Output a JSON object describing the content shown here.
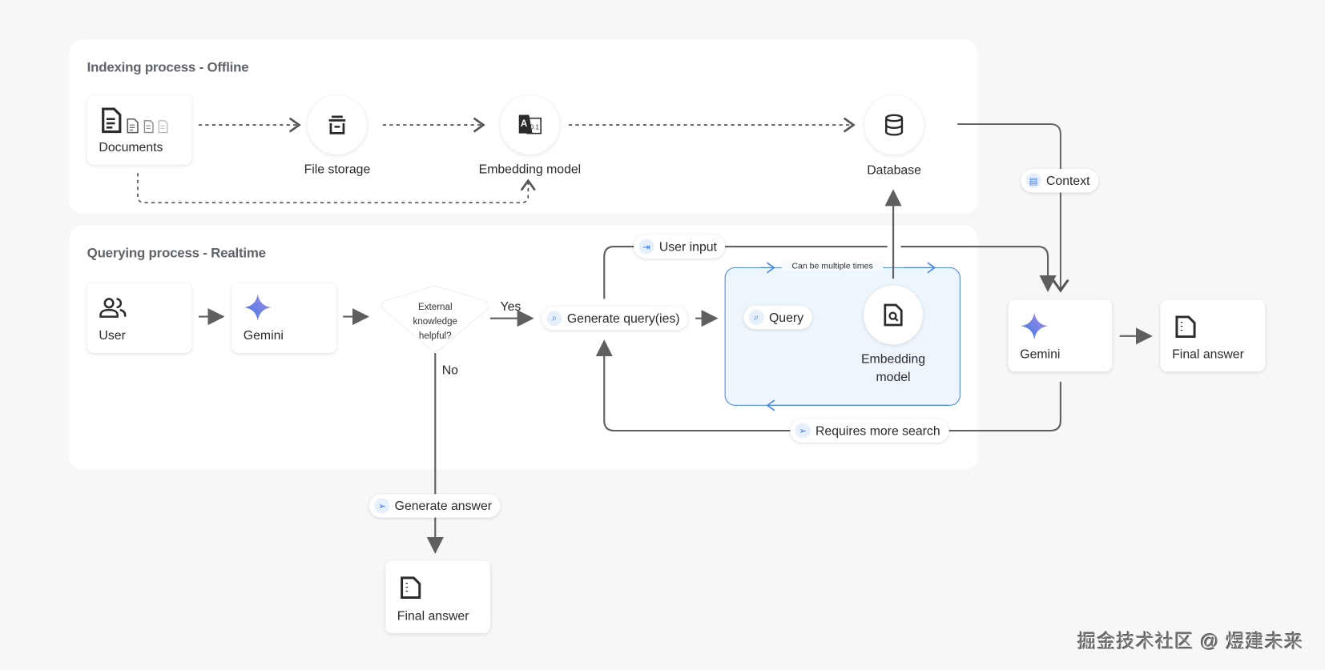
{
  "indexing": {
    "title": "Indexing process - Offline",
    "documents": "Documents",
    "file_storage": "File storage",
    "embedding_model": "Embedding model",
    "database": "Database"
  },
  "context_label": "Context",
  "querying": {
    "title": "Querying process - Realtime",
    "user": "User",
    "gemini": "Gemini",
    "decision": "External knowledge helpful?",
    "yes": "Yes",
    "no": "No",
    "generate_queries": "Generate query(ies)",
    "user_input": "User input",
    "loop_label": "Can be multiple times",
    "query": "Query",
    "embedding_model_line1": "Embedding",
    "embedding_model_line2": "model",
    "requires_more_search": "Requires more search",
    "generate_answer": "Generate answer",
    "final_answer": "Final answer"
  },
  "right": {
    "gemini": "Gemini",
    "final_answer": "Final answer"
  },
  "watermark": "掘金技术社区 @ 煜建未来",
  "colors": {
    "background": "#f7f7f7",
    "accent_blue": "#4a86e0",
    "loop_fill": "#eef6fd",
    "line": "#5f5f5f"
  }
}
